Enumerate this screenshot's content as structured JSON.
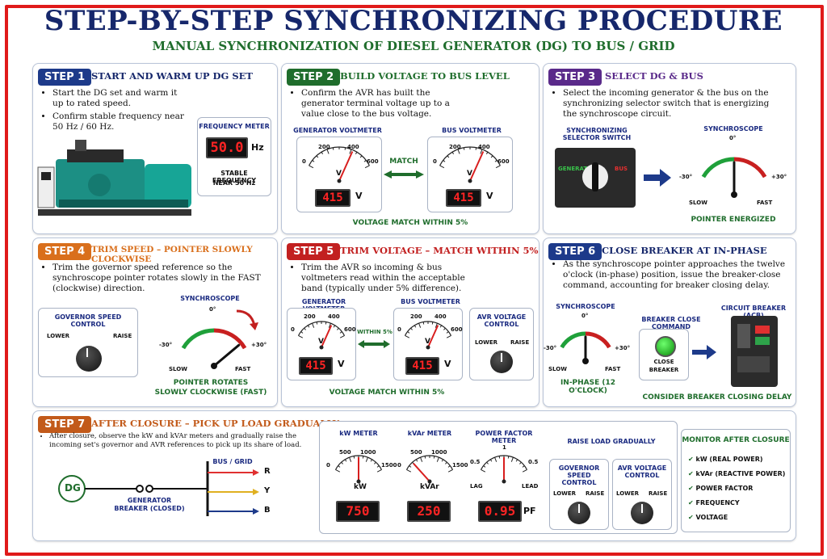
{
  "header": {
    "title": "STEP-BY-STEP SYNCHRONIZING PROCEDURE",
    "subtitle": "MANUAL SYNCHRONIZATION OF DIESEL GENERATOR (DG) TO BUS / GRID"
  },
  "colors": {
    "step1": "#1d3a8a",
    "step2": "#1f6d2c",
    "step3": "#5a2a8a",
    "step4": "#d96f1c",
    "step5": "#c22020",
    "step6": "#1d3a8a",
    "step7": "#c25a1a"
  },
  "step1": {
    "badge": "STEP 1",
    "title": "START AND WARM UP DG SET",
    "bullets": [
      "Start the DG set and warm it up to rated speed.",
      "Confirm stable frequency near 50 Hz / 60 Hz."
    ],
    "meter_label": "FREQUENCY METER",
    "display": "50.0",
    "unit": "Hz",
    "caption": "STABLE FREQUENCY",
    "caption2": "NEAR 50 Hz",
    "icon": "diesel-generator-icon"
  },
  "step2": {
    "badge": "STEP 2",
    "title": "BUILD VOLTAGE TO BUS LEVEL",
    "bullets": [
      "Confirm the AVR has built the generator terminal voltage up to a value close to the bus voltage."
    ],
    "gen_label": "GENERATOR VOLTMETER",
    "bus_label": "BUS VOLTMETER",
    "ticks": [
      "0",
      "200",
      "400",
      "600"
    ],
    "meter_unit": "V",
    "gen_display": "415",
    "bus_display": "415",
    "unit": "V",
    "match": "MATCH",
    "caption": "VOLTAGE MATCH WITHIN 5%"
  },
  "step3": {
    "badge": "STEP 3",
    "title": "SELECT DG & BUS",
    "bullets": [
      "Select the incoming generator & the bus on the synchronizing selector switch that is energizing the synchroscope circuit."
    ],
    "switch_label": "SYNCHRONIZING SELECTOR SWITCH",
    "gen": "GENERATOR",
    "bus": "BUS",
    "scope_label": "SYNCHROSCOPE",
    "zero": "0°",
    "minus": "-30°",
    "plus": "+30°",
    "slow": "SLOW",
    "fast": "FAST",
    "caption": "POINTER ENERGIZED"
  },
  "step4": {
    "badge": "STEP 4",
    "title": "TRIM SPEED – POINTER SLOWLY CLOCKWISE",
    "bullets": [
      "Trim the governor speed reference so the synchroscope pointer rotates slowly in the FAST (clockwise) direction."
    ],
    "gov_label": "GOVERNOR SPEED CONTROL",
    "lower": "LOWER",
    "raise": "RAISE",
    "scope_label": "SYNCHROSCOPE",
    "zero": "0°",
    "minus": "-30°",
    "plus": "+30°",
    "slow": "SLOW",
    "fast": "FAST",
    "caption": "POINTER ROTATES",
    "caption2": "SLOWLY CLOCKWISE (FAST)"
  },
  "step5": {
    "badge": "STEP 5",
    "title": "TRIM VOLTAGE – MATCH WITHIN 5%",
    "bullets": [
      "Trim the AVR so incoming & bus voltmeters read within the acceptable band (typically under 5% difference)."
    ],
    "gen_label": "GENERATOR VOLTMETER",
    "bus_label": "BUS VOLTMETER",
    "ticks": [
      "0",
      "200",
      "400",
      "600"
    ],
    "meter_unit": "V",
    "gen_display": "415",
    "bus_display": "415",
    "unit": "V",
    "within": "WITHIN 5%",
    "avr_label": "AVR VOLTAGE CONTROL",
    "lower": "LOWER",
    "raise": "RAISE",
    "caption": "VOLTAGE MATCH WITHIN 5%"
  },
  "step6": {
    "badge": "STEP 6",
    "title": "CLOSE BREAKER AT IN-PHASE",
    "bullets": [
      "As the synchroscope pointer approaches the twelve o'clock (in-phase) position, issue the breaker-close command, accounting for breaker closing delay."
    ],
    "scope_label": "SYNCHROSCOPE",
    "zero": "0°",
    "minus": "-30°",
    "plus": "+30°",
    "slow": "SLOW",
    "fast": "FAST",
    "inphase": "IN-PHASE (12 O'CLOCK)",
    "cmd_label": "BREAKER CLOSE COMMAND",
    "close": "CLOSE",
    "breaker": "BREAKER",
    "acb_label": "CIRCUIT BREAKER (ACB)",
    "caption": "CONSIDER BREAKER CLOSING DELAY"
  },
  "step7": {
    "badge": "STEP 7",
    "title": "AFTER CLOSURE – PICK UP LOAD GRADUALLY",
    "bullets": [
      "After closure, observe the kW and kVAr meters and gradually raise the incoming set's governor and AVR references to pick up its share of load."
    ],
    "dg": "DG",
    "bus_grid": "BUS / GRID",
    "phases": [
      "R",
      "Y",
      "B"
    ],
    "breaker": "GENERATOR",
    "breaker2": "BREAKER (CLOSED)",
    "kw_label": "kW METER",
    "kw_ticks": [
      "0",
      "500",
      "1000",
      "1500"
    ],
    "kw_unit": "kW",
    "kw_display": "750",
    "kvar_label": "kVAr METER",
    "kvar_ticks": [
      "0",
      "500",
      "1000",
      "1500"
    ],
    "kvar_unit": "kVAr",
    "kvar_display": "250",
    "pf_label": "POWER FACTOR METER",
    "pf_ticks": [
      "0.5",
      "1",
      "0.5"
    ],
    "lag": "LAG",
    "lead": "LEAD",
    "pf_display": "0.95",
    "pf_unit": "PF",
    "raise_label": "RAISE LOAD GRADUALLY",
    "gov_label": "GOVERNOR SPEED CONTROL",
    "avr_label": "AVR VOLTAGE CONTROL",
    "lower": "LOWER",
    "raise": "RAISE",
    "monitor_label": "MONITOR AFTER CLOSURE",
    "monitor": [
      "kW (REAL POWER)",
      "kVAr (REACTIVE POWER)",
      "POWER FACTOR",
      "FREQUENCY",
      "VOLTAGE"
    ]
  }
}
